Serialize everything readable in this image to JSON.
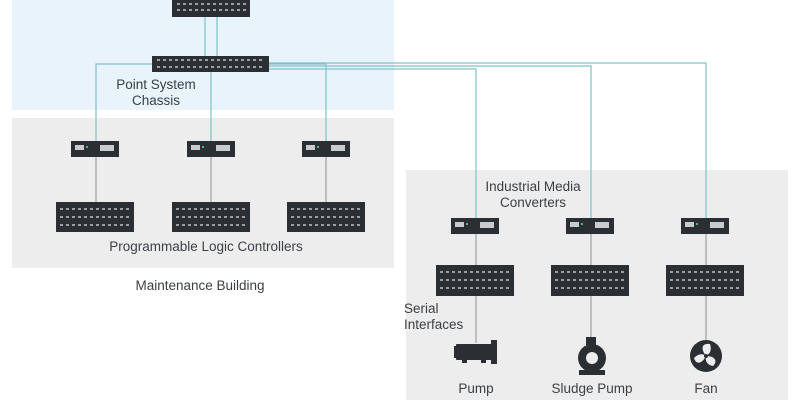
{
  "labels": {
    "point_system_chassis": "Point System\nChassis",
    "programmable_logic_controllers": "Programmable Logic Controllers",
    "maintenance_building": "Maintenance Building",
    "industrial_media_converters": "Industrial Media\nConverters",
    "serial_interfaces": "Serial\nInterfaces",
    "pump": "Pump",
    "sludge_pump": "Sludge Pump",
    "fan": "Fan"
  },
  "colors": {
    "top_zone": "#e8f3fb",
    "maintenance_zone": "#ededed",
    "field_zone": "#ededed",
    "cable": "#7cc3c8",
    "device": "#2b2f33",
    "port": "#9aa1a6",
    "text": "#3a3f45"
  },
  "icons": {
    "pump": "motor-pump-icon",
    "sludge_pump": "centrifugal-pump-icon",
    "fan": "fan-icon"
  }
}
